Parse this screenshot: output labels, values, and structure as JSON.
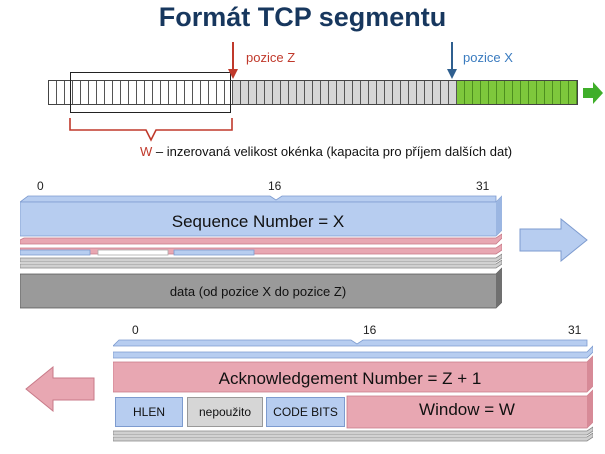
{
  "title": "Formát TCP segmentu",
  "sequence_bar": {
    "pozice_z_label": "pozice Z",
    "pozice_x_label": "pozice X",
    "window_note_letter": "W",
    "window_note_text": " – inzerovaná velikost okénka (kapacita pro příjem dalších dat)"
  },
  "segment1": {
    "tick_0": "0",
    "tick_16": "16",
    "tick_31": "31",
    "sequence_number": "Sequence Number = X",
    "data_label": "data (od pozice X do pozice Z)"
  },
  "segment2": {
    "tick_0": "0",
    "tick_16": "16",
    "tick_31": "31",
    "ack_number": "Acknowledgement Number = Z + 1",
    "hlen": "HLEN",
    "unused": "nepoužito",
    "code_bits": "CODE BITS",
    "window": "Window = W"
  },
  "colors": {
    "title": "#17375e",
    "red": "#c0392b",
    "blue_label": "#3a7bbf",
    "blue_fill": "#b7cdf0",
    "pink_fill": "#e8a7b2",
    "gray_fill": "#999999",
    "green": "#7ec83c"
  }
}
